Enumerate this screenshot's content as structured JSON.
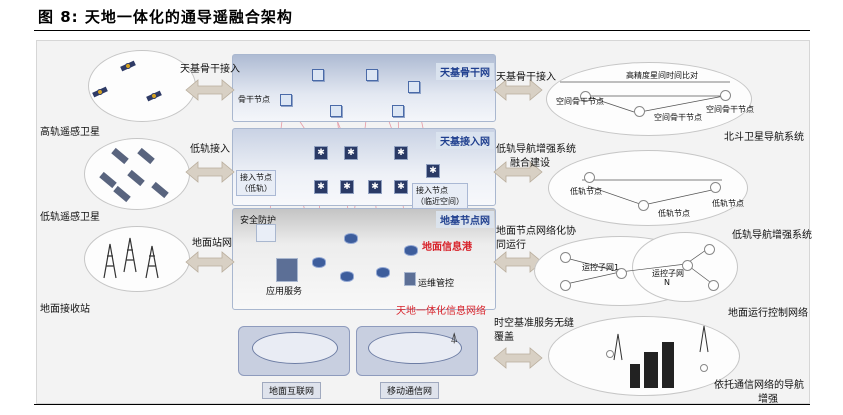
{
  "figure": {
    "title": "图 8: 天地一体化的通导遥融合架构"
  },
  "left": {
    "high_orbit": {
      "label": "高轨遥感卫星",
      "link": "天基骨干接入"
    },
    "low_orbit": {
      "label": "低轨遥感卫星",
      "link": "低轨接入"
    },
    "ground_station": {
      "label": "地面接收站",
      "link": "地面站网"
    }
  },
  "center": {
    "space_band": {
      "label": "天基骨干网",
      "node_label": "骨干节点"
    },
    "leo_band": {
      "label": "天基接入网",
      "access_left": "接入节点",
      "access_left_sub": "（低轨）",
      "access_right": "接入节点",
      "access_right_sub": "（临近空间）"
    },
    "ground_band": {
      "label": "地基节点网",
      "port_label": "地面信息港",
      "security": "安全防护",
      "app_service": "应用服务",
      "ops": "运维管控",
      "integrated": "天地一体化信息网络"
    },
    "bottom": {
      "internet": "地面互联网",
      "mobile": "移动通信网"
    }
  },
  "right": {
    "beidou": {
      "link": "天基骨干接入",
      "title": "北斗卫星导航系统",
      "sync": "高精度星间时间比对",
      "node_a": "空间骨干节点",
      "node_b": "空间骨干节点",
      "node_c": "空间骨干节点"
    },
    "leo_nav": {
      "link_1": "低轨导航增强系统",
      "link_2": "融合建设",
      "title": "低轨导航增强系统",
      "node_a": "低轨节点",
      "node_b": "低轨节点",
      "node_c": "低轨节点"
    },
    "ground_ops": {
      "link_1": "地面节点网络化协",
      "link_2": "同运行",
      "title": "地面运行控制网络",
      "sub_a": "运控子网1",
      "sub_b_1": "运控子网",
      "sub_b_2": "N"
    },
    "comm_nav": {
      "link_1": "时空基准服务无缝",
      "link_2": "覆盖",
      "title_1": "依托通信网络的导航",
      "title_2": "增强"
    }
  }
}
